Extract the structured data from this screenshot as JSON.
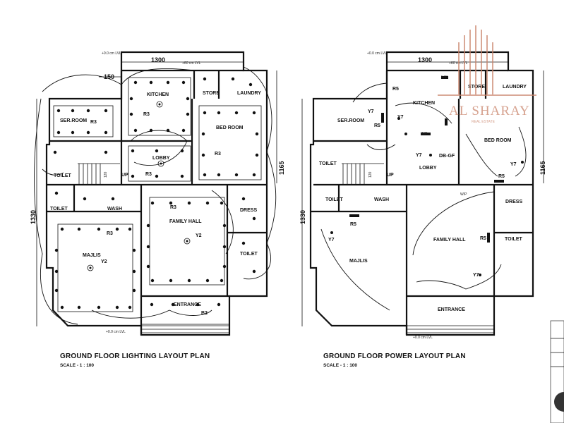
{
  "lighting_plan": {
    "title": "GROUND FLOOR LIGHTING LAYOUT PLAN",
    "scale": "SCALE - 1 : 100",
    "dims": {
      "top": "1300",
      "sub": "150",
      "right": "1165",
      "left": "1330"
    },
    "level_top": "+0.0 cm LVL",
    "level_top2": "+60 cm LVL",
    "level_bottom": "+0.0 cm LVL",
    "rooms": {
      "kitchen": "KITCHEN",
      "store": "STORE",
      "laundry": "LAUNDRY",
      "ser_room": "SER.ROOM",
      "bed_room": "BED ROOM",
      "lobby": "LOBBY",
      "toilet_a": "TOILET",
      "toilet_b": "TOILET",
      "wash": "WASH",
      "dress": "DRESS",
      "toilet_c": "TOILET",
      "family_hall": "FAMILY HALL",
      "majlis": "MAJLIS",
      "entrance": "ENTRANCE"
    },
    "symbols": {
      "r3": "R3",
      "y2": "Y2",
      "b2": "B2",
      "up": "UP",
      "stair": "120"
    }
  },
  "power_plan": {
    "title": "GROUND FLOOR POWER LAYOUT PLAN",
    "scale": "SCALE - 1 : 100",
    "dims": {
      "top": "1300",
      "right": "1165",
      "left": "1330"
    },
    "level_top": "+0.0 cm LVL",
    "level_top2": "+60 cm LVL",
    "level_bottom": "+0.0 cm LVL",
    "rooms": {
      "kitchen": "KITCHEN",
      "store": "STORE",
      "laundry": "LAUNDRY",
      "ser_room": "SER.ROOM",
      "bed_room": "BED ROOM",
      "lobby": "LOBBY",
      "toilet_a": "TOILET",
      "toilet_b": "TOILET",
      "wash": "WASH",
      "dress": "DRESS",
      "toilet_c": "TOILET",
      "family_hall": "FAMILY HALL",
      "majlis": "MAJLIS",
      "entrance": "ENTRANCE"
    },
    "symbols": {
      "r5": "R5",
      "y7": "Y7",
      "db": "DB-GF",
      "wp": "W/P",
      "up": "UP",
      "stair": "120"
    }
  },
  "watermark": {
    "name": "AL SHARAY",
    "sub": "REAL ESTATE"
  }
}
